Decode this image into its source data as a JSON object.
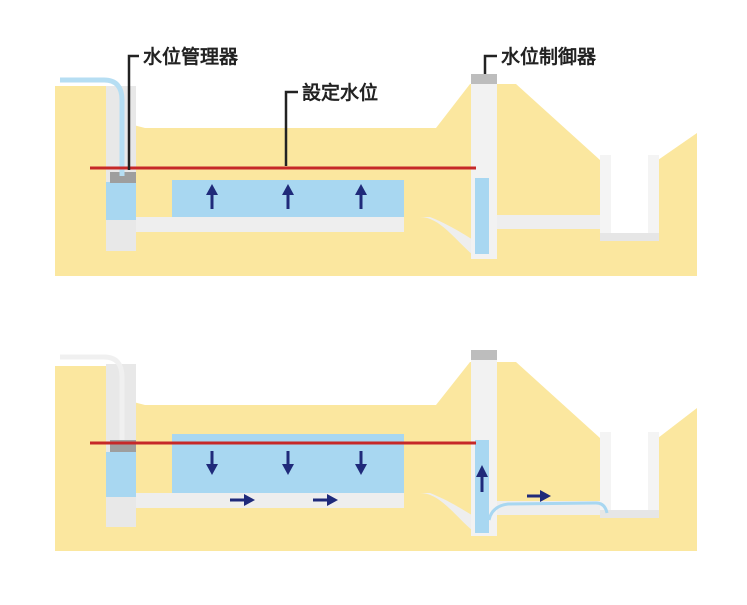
{
  "labels": {
    "water_level_manager": "水位管理器",
    "set_water_level": "設定水位",
    "water_level_controller": "水位制御器"
  },
  "colors": {
    "soil": "#fbe79f",
    "water": "#a8d7f1",
    "pipe": "#eeeeee",
    "device": "#bdbdbd",
    "wall": "#f4f4f4",
    "set_level_line": "#c62828",
    "arrow": "#1f2a7a",
    "hose": "#b6def3",
    "label_text": "#222222"
  },
  "panels": [
    {
      "name": "irrigation",
      "water_direction": "up",
      "hose_active": true,
      "outflow": false
    },
    {
      "name": "drainage",
      "water_direction": "down",
      "hose_active": false,
      "outflow": true
    }
  ]
}
